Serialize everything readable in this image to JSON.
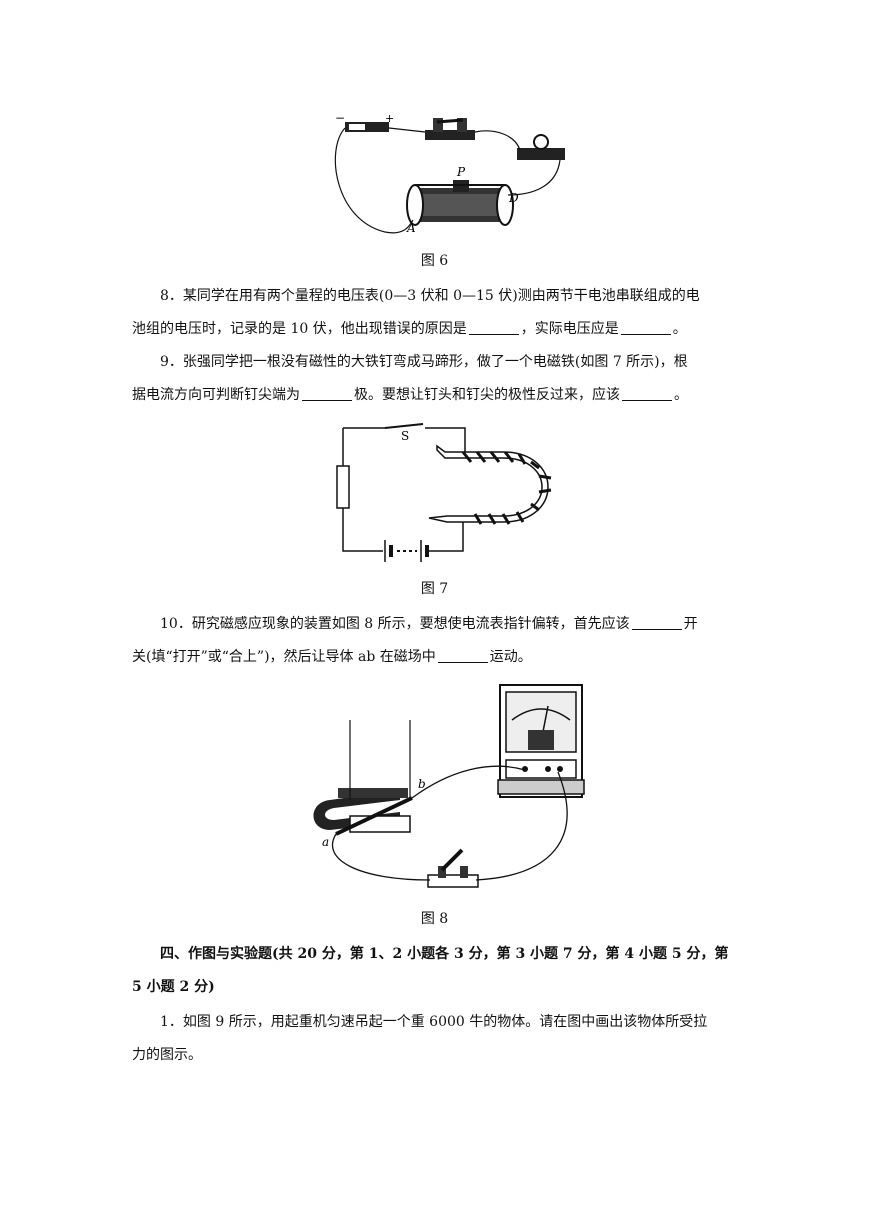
{
  "fig6": {
    "caption": "图 6",
    "labels": {
      "minus": "−",
      "plus": "+",
      "p": "P",
      "d": "D",
      "a": "A"
    }
  },
  "q8": {
    "line1": "8．某同学在用有两个量程的电压表(0—3 伏和 0—15 伏)测由两节干电池串联组成的电",
    "line2a": "池组的电压时，记录的是 10 伏，他出现错误的原因是",
    "line2b": "，实际电压应是",
    "line2c": "。"
  },
  "q9": {
    "line1": "9．张强同学把一根没有磁性的大铁钉弯成马蹄形，做了一个电磁铁(如图 7 所示)，根",
    "line2a": "据电流方向可判断钉尖端为",
    "line2b": "极。要想让钉头和钉尖的极性反过来，应该",
    "line2c": "。"
  },
  "fig7": {
    "caption": "图 7",
    "switch_label": "S"
  },
  "q10": {
    "line1a": "10．研究磁感应现象的装置如图 8 所示，要想使电流表指针偏转，首先应该",
    "line1b": "开",
    "line2a": "关(填“打开”或“合上”)，然后让导体 ab 在磁场中",
    "line2b": "运动。"
  },
  "fig8": {
    "caption": "图 8",
    "labels": {
      "a": "a",
      "b": "b"
    }
  },
  "section4": {
    "line1": "四、作图与实验题(共 20 分，第 1、2 小题各 3 分，第 3 小题 7 分，第 4 小题 5 分，第",
    "line2": "5 小题 2 分)"
  },
  "s4q1": {
    "line1": "1．如图 9 所示，用起重机匀速吊起一个重 6000 牛的物体。请在图中画出该物体所受拉",
    "line2": "力的图示。"
  }
}
